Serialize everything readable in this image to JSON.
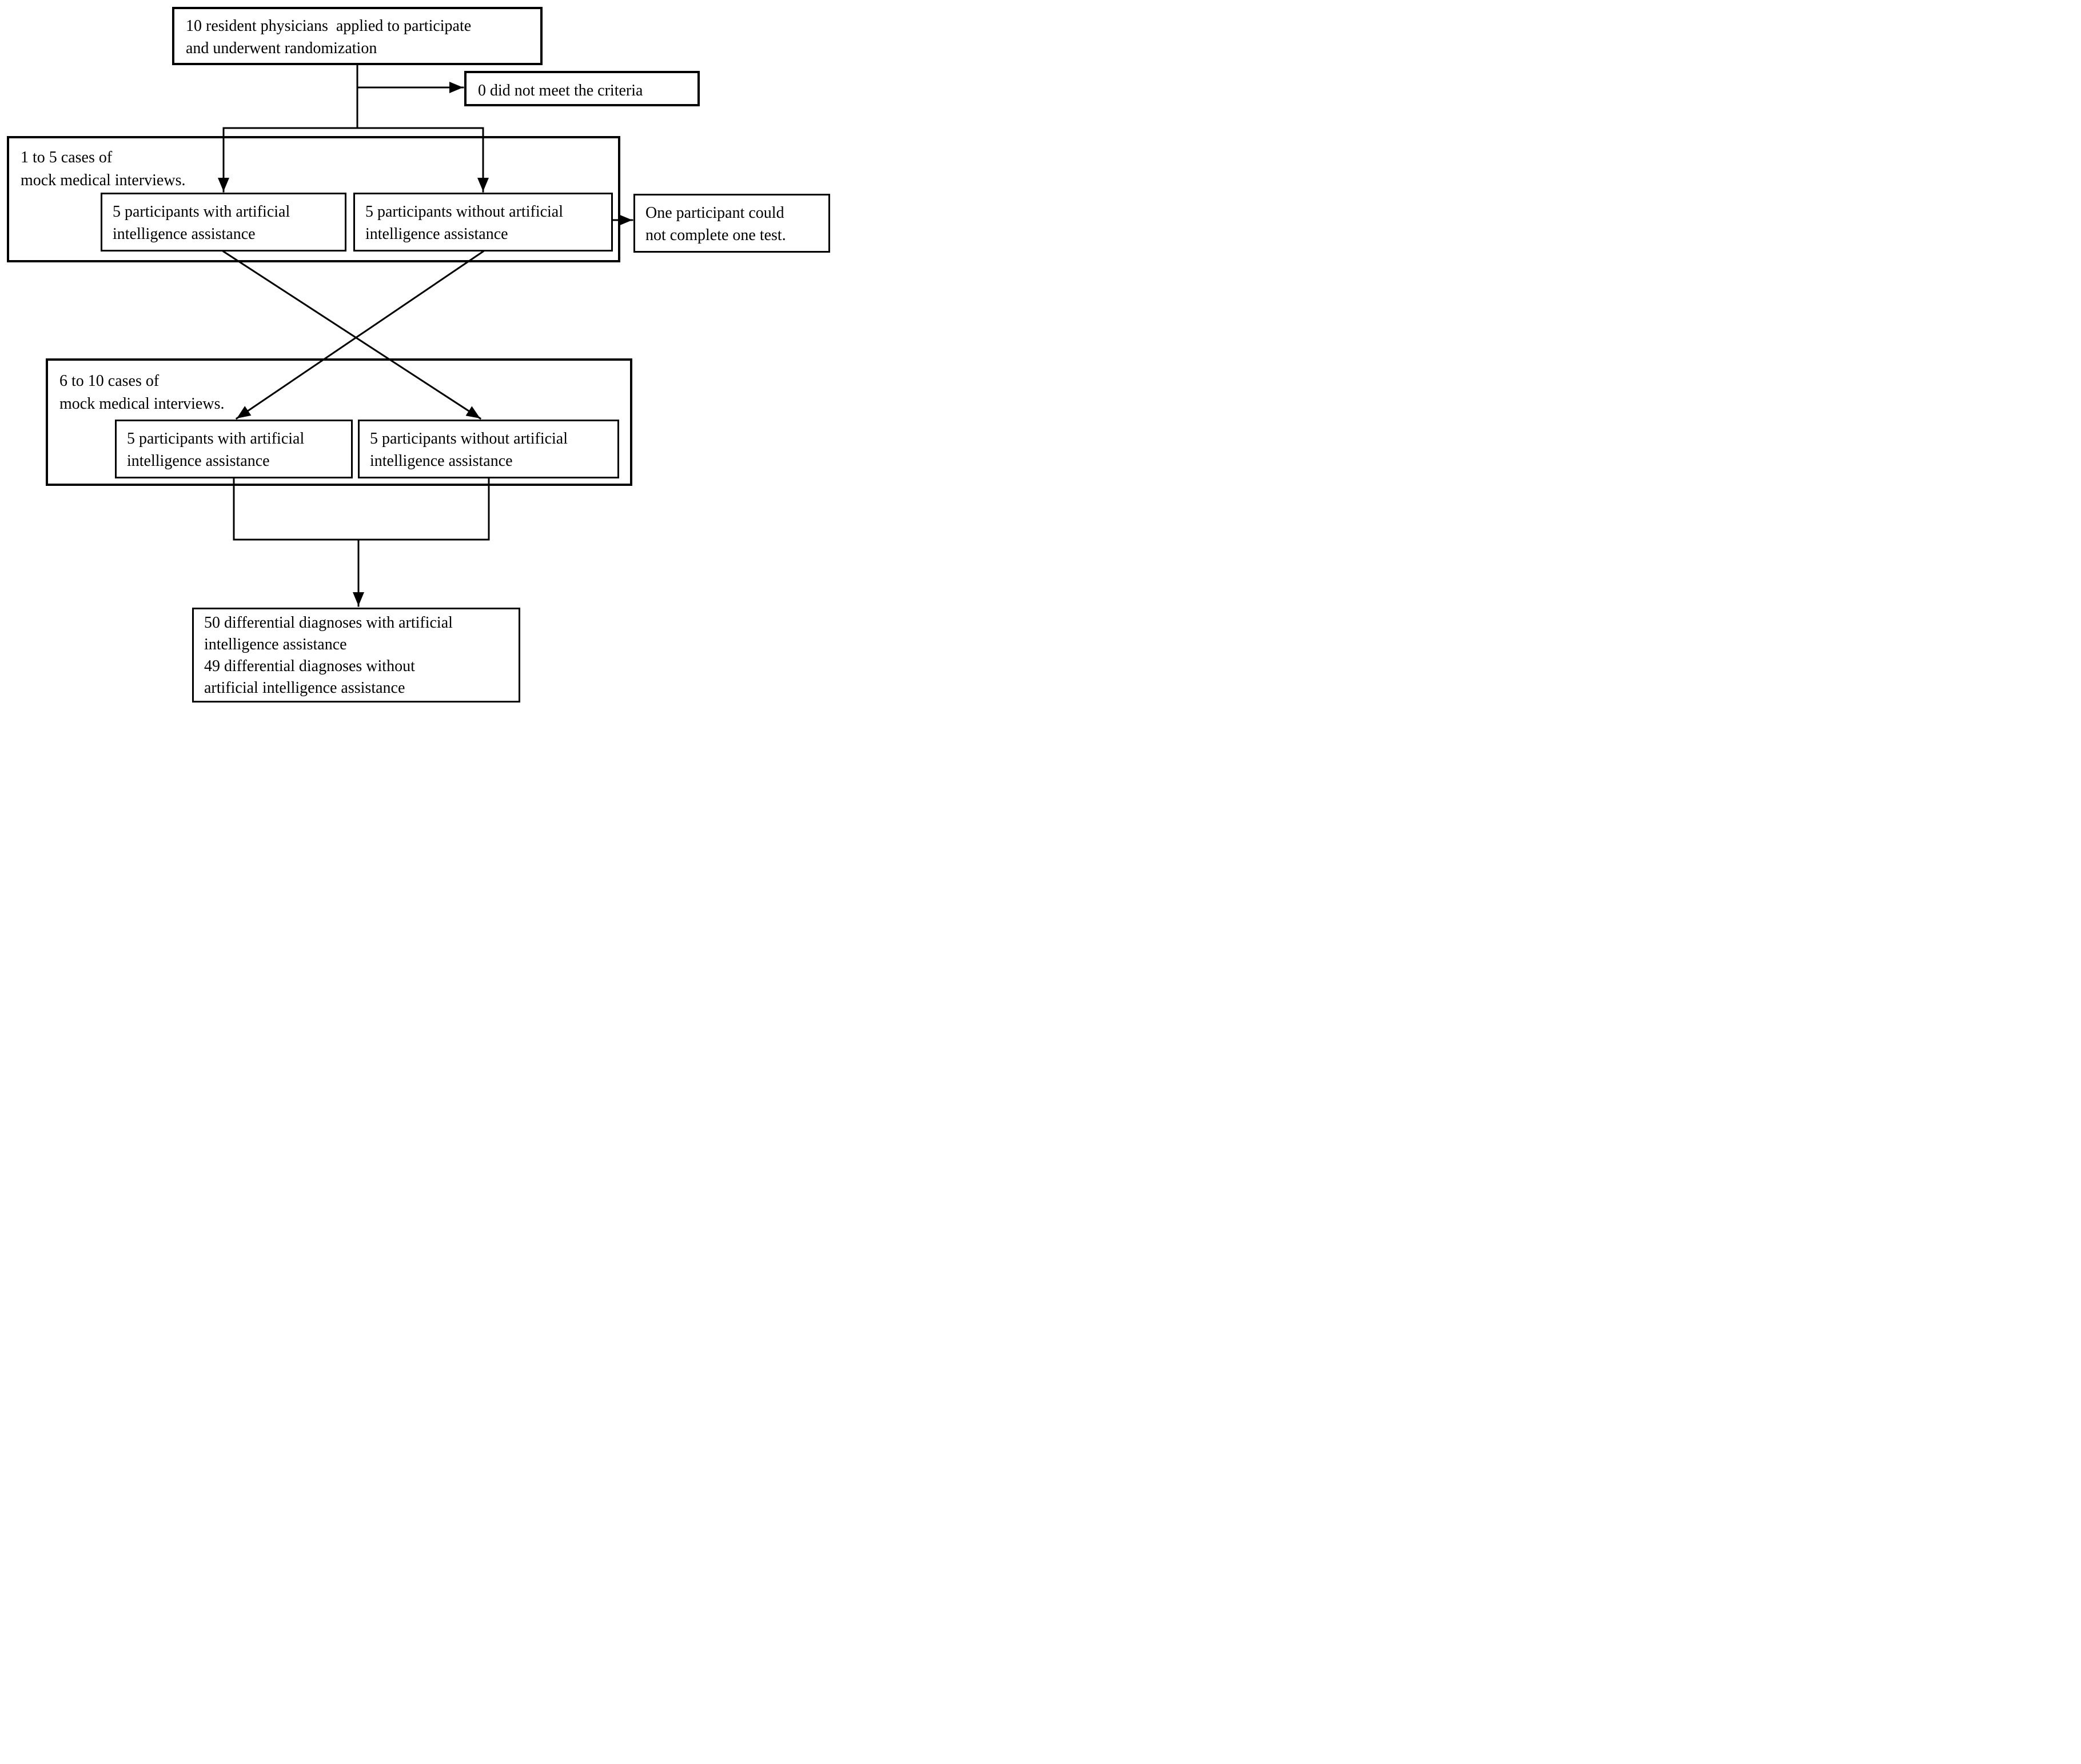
{
  "figure": {
    "name": "randomized participant flow diagram",
    "colors": {
      "background": "#ffffff",
      "line": "#000000",
      "text": "#000000"
    },
    "nodes": {
      "enrollment": "10 resident physicians  applied to participate\nand underwent randomization",
      "exclusion": "0 did not meet the criteria",
      "phase1_label": "1 to 5 cases of\nmock medical interviews.",
      "phase1_with_ai": "5 participants with artificial\nintelligence assistance",
      "phase1_without_ai": "5 participants without artificial\nintelligence assistance",
      "dropout": "One participant could\nnot complete one test.",
      "phase2_label": "6 to 10 cases of\nmock medical interviews.",
      "phase2_with_ai": "5 participants with artificial\nintelligence assistance",
      "phase2_without_ai": "5 participants without artificial\nintelligence assistance",
      "outcome": "50 differential diagnoses with artificial\nintelligence assistance\n49 differential diagnoses without\nartificial intelligence assistance"
    }
  }
}
